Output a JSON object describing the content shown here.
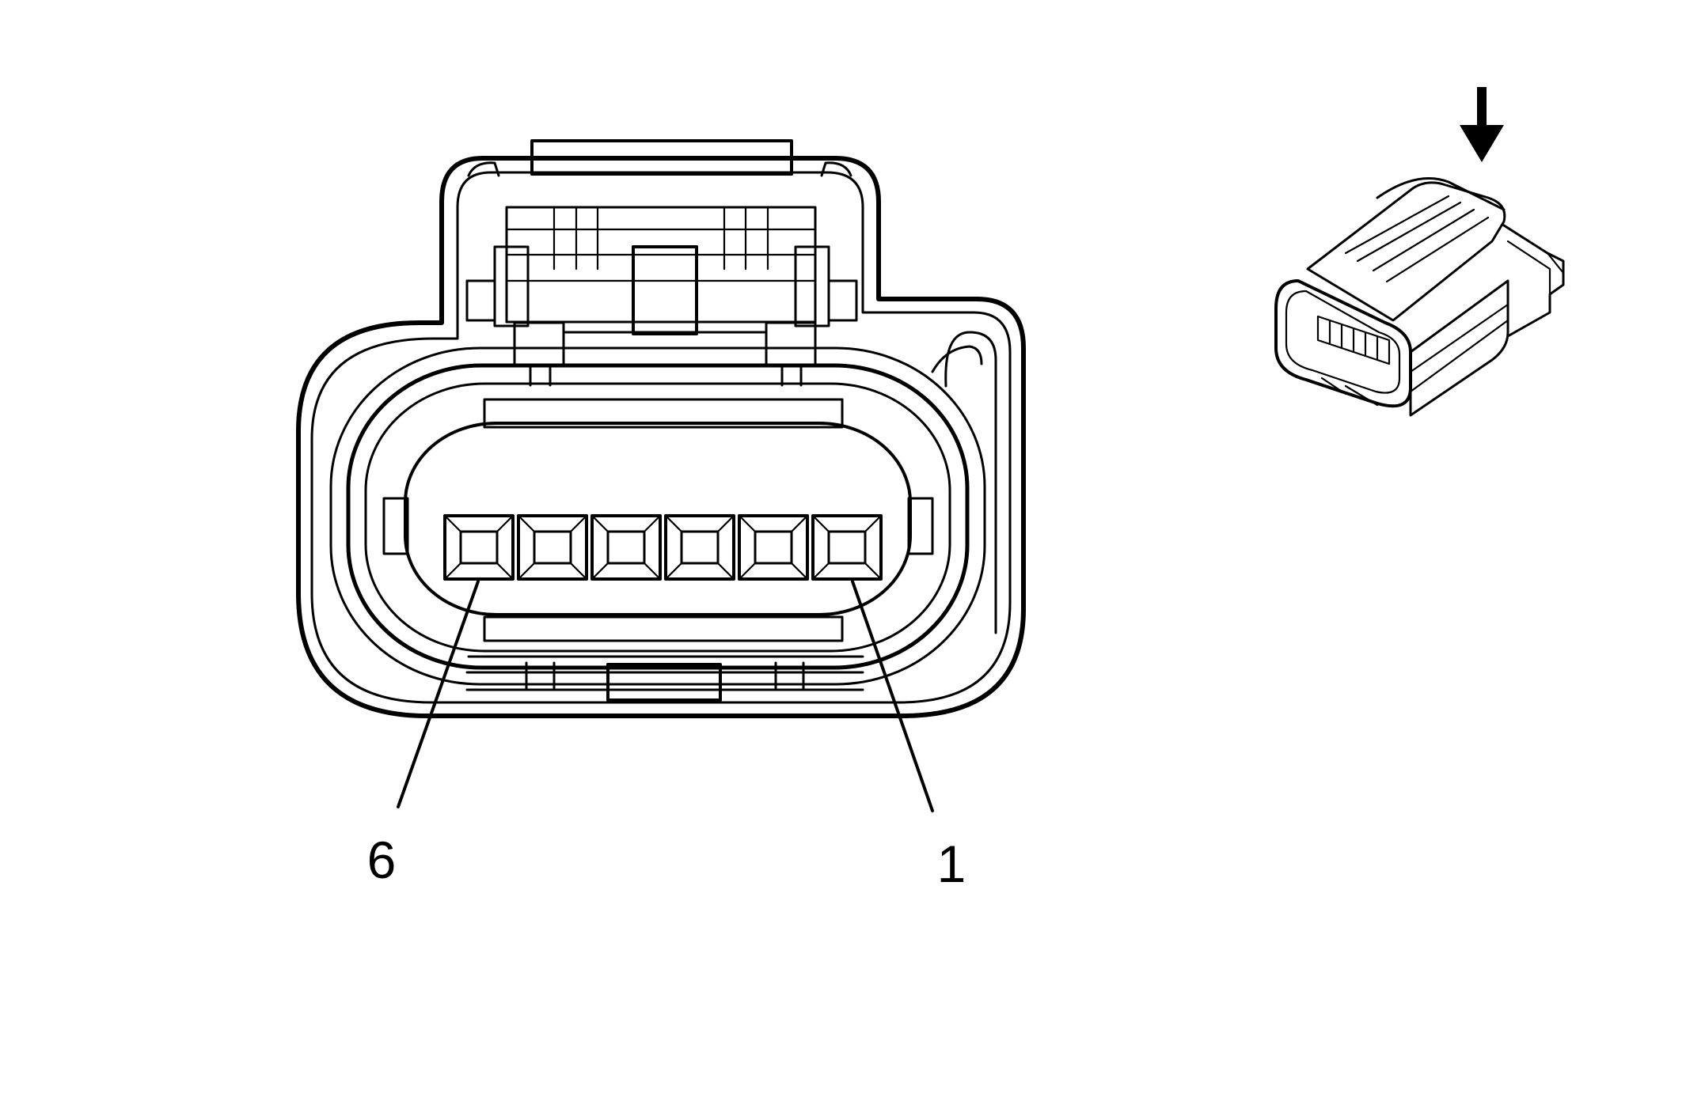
{
  "diagram": {
    "pin_labels": {
      "left": "6",
      "right": "1"
    },
    "cavity_count": 6,
    "icons": {
      "main_view": "connector-face-view-icon",
      "thumbnail": "connector-isometric-icon",
      "arrow": "arrow-down-icon"
    },
    "colors": {
      "line": "#000000",
      "background": "#ffffff"
    }
  }
}
